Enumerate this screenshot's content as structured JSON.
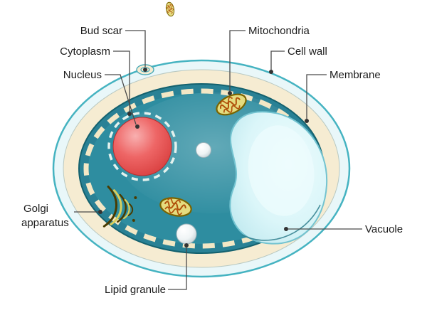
{
  "labels": {
    "bud_scar": "Bud scar",
    "cytoplasm": "Cytoplasm",
    "nucleus": "Nucleus",
    "golgi_line1": "Golgi",
    "golgi_line2": "apparatus",
    "lipid_granule": "Lipid granule",
    "mitochondria": "Mitochondria",
    "cell_wall": "Cell wall",
    "membrane": "Membrane",
    "vacuole": "Vacuole"
  },
  "colors": {
    "background": "#ffffff",
    "outer_rim_fill": "#e9f7f9",
    "outer_rim_stroke": "#45b3c1",
    "cell_wall": "#f6ecd2",
    "cytoplasm": "#2e8da0",
    "cytoplasm_edge": "#14616e",
    "membrane_dash": "#f3e7c5",
    "nucleus": "#e34747",
    "vacuole": "#d9f5f8",
    "vacuole_stroke": "#73c3d0",
    "mitochondria_fill": "#e5dc7f",
    "mitochondria_stroke": "#7a6400",
    "mitochondria_cristae": "#b0500a",
    "golgi_dark": "#4a3b00",
    "golgi_light": "#d8cf5e",
    "lipid_granule": "#f1f5f6",
    "pointer_line": "#4a4a4a",
    "label_text": "#1c1c1c"
  }
}
